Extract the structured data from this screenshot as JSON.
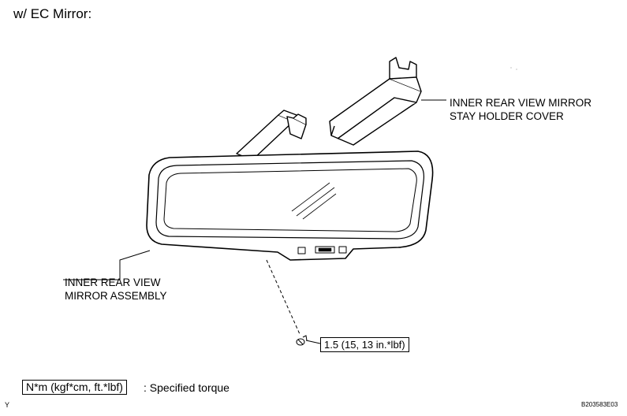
{
  "heading": "w/ EC Mirror:",
  "labels": {
    "cover_line1": "INNER REAR VIEW MIRROR",
    "cover_line2": "STAY HOLDER COVER",
    "mirror_line1": "INNER REAR VIEW",
    "mirror_line2": "MIRROR ASSEMBLY",
    "torque_value": "1.5 (15, 13 in.*lbf)"
  },
  "legend": {
    "units": "N*m (kgf*cm, ft.*lbf)",
    "description": ": Specified torque"
  },
  "corner_mark": "Y",
  "figure_code": "B203583E03",
  "colors": {
    "line": "#000000",
    "background": "#ffffff"
  }
}
